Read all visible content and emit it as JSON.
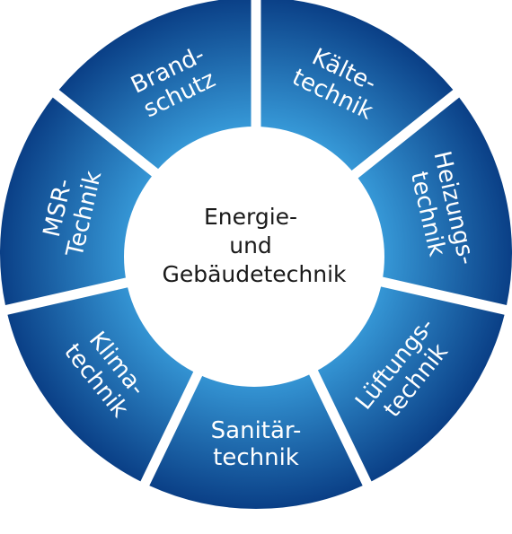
{
  "center": {
    "lines": [
      "Energie-",
      "und",
      "Gebäudetechnik"
    ]
  },
  "segments": [
    {
      "id": "kaeltetechnik",
      "lines": [
        "Kälte-",
        "technik"
      ]
    },
    {
      "id": "heizungstechnik",
      "lines": [
        "Heizungs-",
        "technik"
      ]
    },
    {
      "id": "lueftungstechnik",
      "lines": [
        "Lüftungs-",
        "technik"
      ]
    },
    {
      "id": "sanitaertechnik",
      "lines": [
        "Sanitär-",
        "technik"
      ]
    },
    {
      "id": "klimatechnik",
      "lines": [
        "Klima-",
        "technik"
      ]
    },
    {
      "id": "msr-technik",
      "lines": [
        "MSR-",
        "Technik"
      ]
    },
    {
      "id": "brandschutz",
      "lines": [
        "Brand-",
        "schutz"
      ]
    }
  ],
  "colors": {
    "segment_inner": "#3aa0de",
    "segment_outer": "#0a3f86",
    "center_fill": "#ffffff",
    "center_text": "#1a1a1a",
    "label_text": "#ffffff"
  }
}
